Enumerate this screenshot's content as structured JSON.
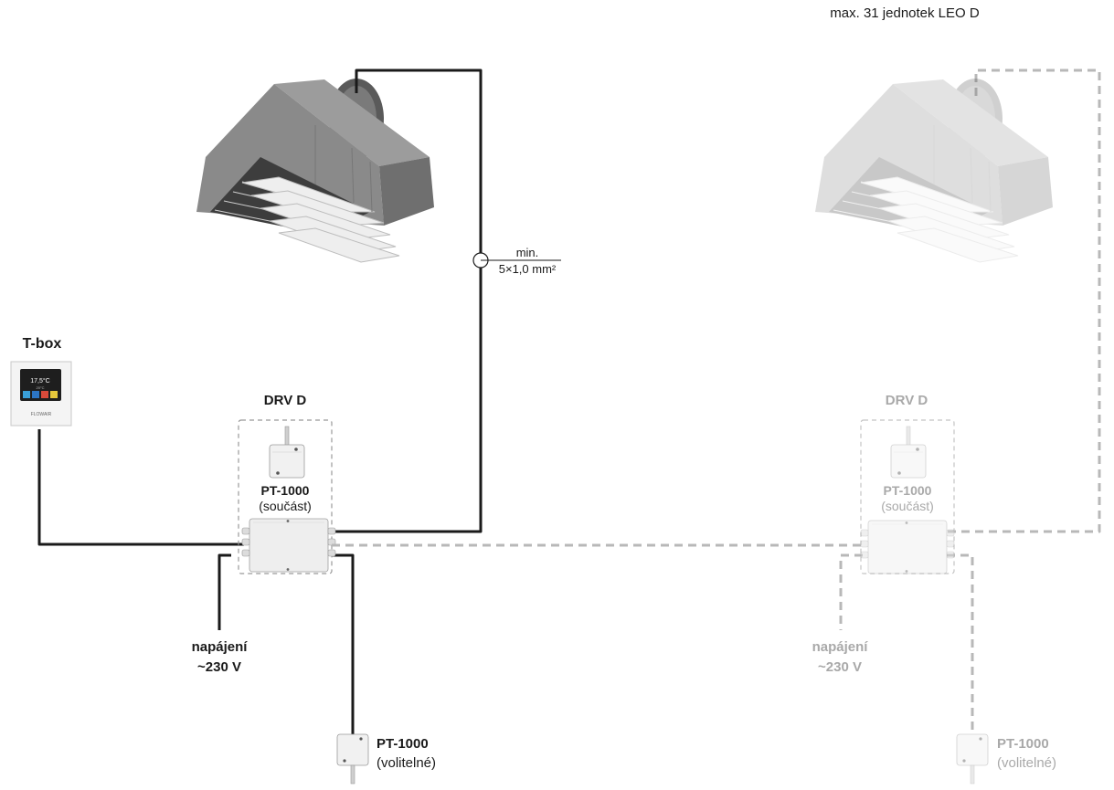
{
  "header": {
    "max_units_label": "max. 31 jednotek LEO D"
  },
  "tbox": {
    "title": "T-box",
    "screen_temp": "17,5°C",
    "screen_sub": "20°C",
    "brand": "FLOWAIR"
  },
  "cable": {
    "line1": "min.",
    "line2": "5×1,0 mm²"
  },
  "left": {
    "drv_title": "DRV D",
    "sensor_name": "PT-1000",
    "sensor_note": "(součást)",
    "power_line1": "napájení",
    "power_line2": "~230 V",
    "opt_name": "PT-1000",
    "opt_note": "(volitelné)"
  },
  "right": {
    "drv_title": "DRV D",
    "sensor_name": "PT-1000",
    "sensor_note": "(součást)",
    "power_line1": "napájení",
    "power_line2": "~230 V",
    "opt_name": "PT-1000",
    "opt_note": "(volitelné)"
  },
  "colors": {
    "active": "#1a1a1a",
    "inactive": "#a9a9a9",
    "wire_dashed": "#b8b8b8",
    "unit_body": "#8e8e8e"
  }
}
